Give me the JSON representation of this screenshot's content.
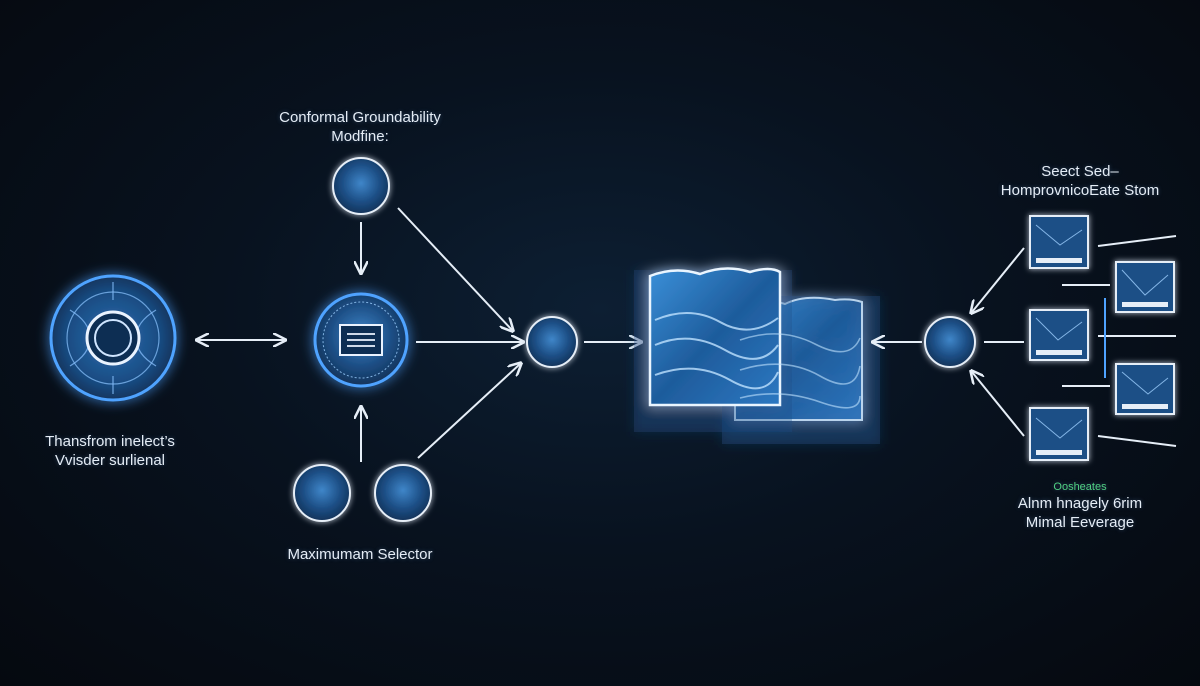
{
  "labels": {
    "conformal_title": [
      "Conformal Groundability",
      "Modfine:"
    ],
    "transform_title": [
      "Thansfrom inelect’s",
      "Vvisder surlienal"
    ],
    "maximum_selector": "Maximumam Selector",
    "right_top_title": [
      "Seect Sed–",
      "HomprovnicoEate Stom"
    ],
    "right_bottom_tag": "Oosheates",
    "right_bottom_title": [
      "Alnm hnagely 6rim",
      "Mimal Eeverage"
    ]
  },
  "colors": {
    "background": "#070d16",
    "glow": "#3d8fe0",
    "line": "#e6eef7",
    "node_fill": "#1b4f86",
    "node_rim": "#4fa3ff",
    "tag_green": "#4fd081"
  }
}
